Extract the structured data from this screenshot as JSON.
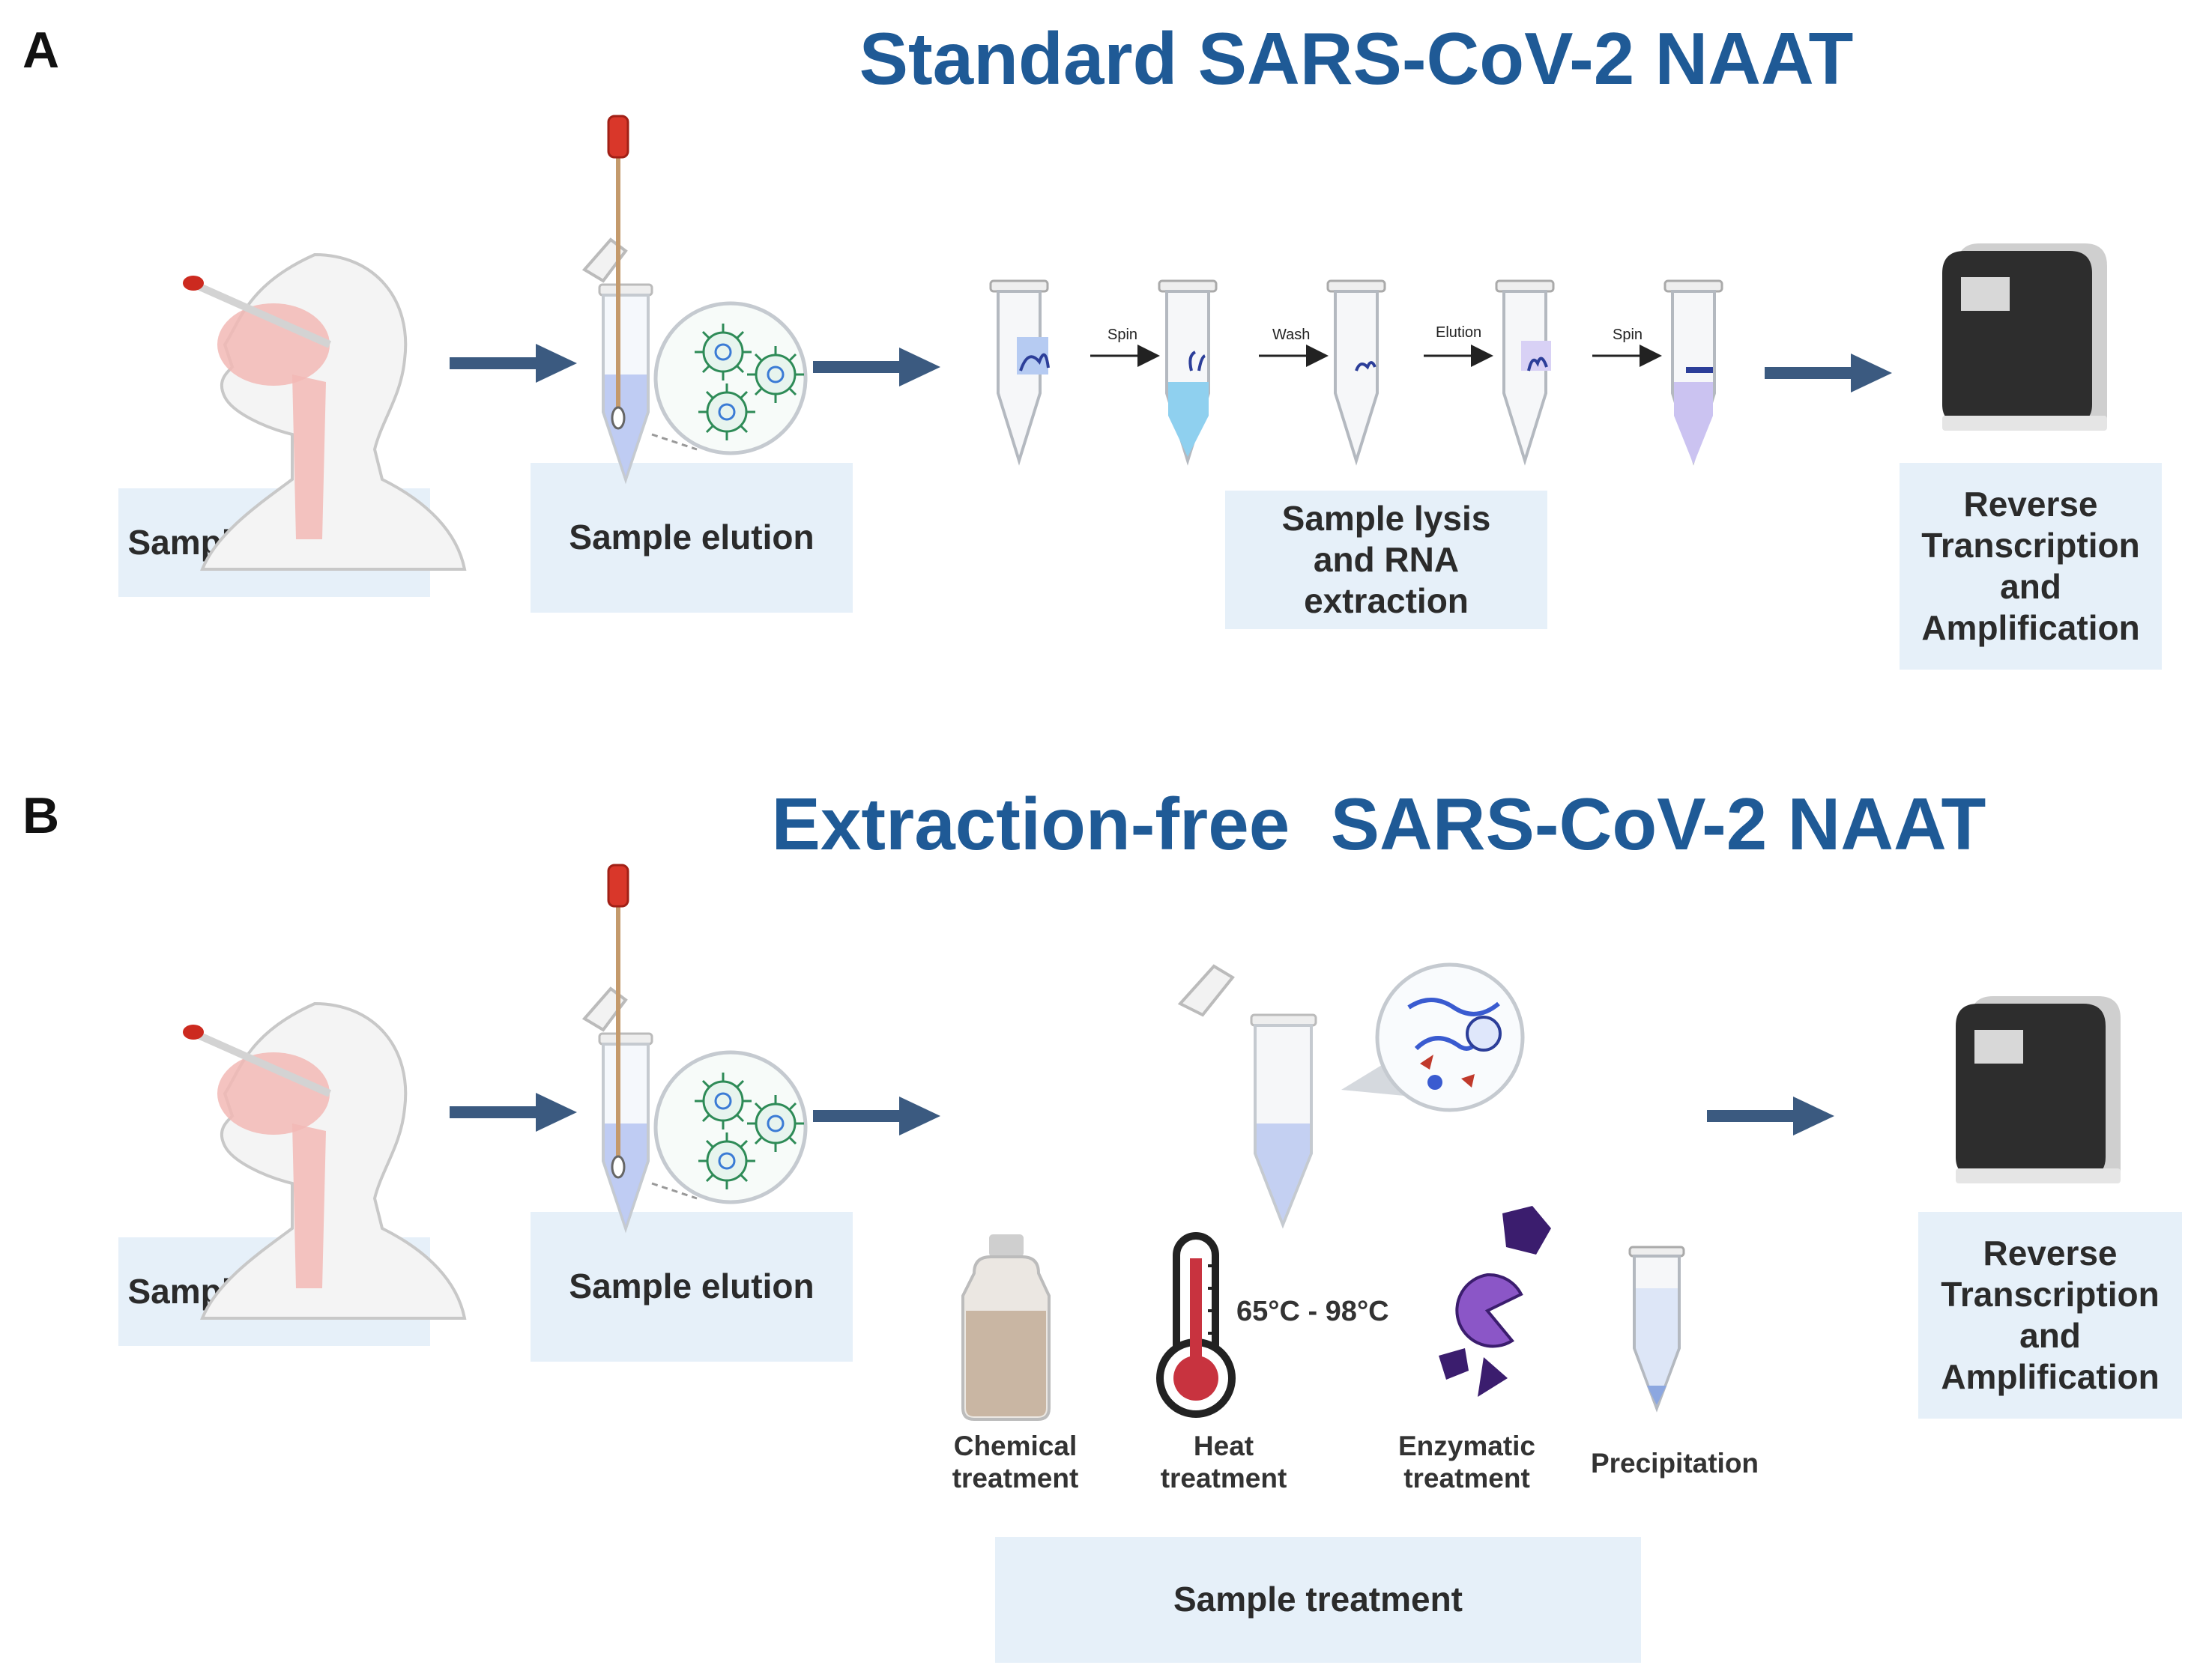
{
  "panel_a": {
    "letter": "A",
    "title": "Standard SARS-CoV-2 NAAT",
    "steps": {
      "collection": "Sample collection",
      "elution": "Sample elution",
      "lysis": "Sample lysis and RNA extraction",
      "rt_amp": "Reverse Transcription and Amplification"
    },
    "extraction_steps": [
      "Spin",
      "Wash",
      "Elution",
      "Spin"
    ]
  },
  "panel_b": {
    "letter": "B",
    "title": "Extraction-free  SARS-CoV-2 NAAT",
    "steps": {
      "collection": "Sample collection",
      "elution": "Sample elution",
      "treatment": "Sample treatment",
      "rt_amp": "Reverse Transcription and Amplification"
    },
    "treatments": {
      "chemical": "Chemical treatment",
      "heat": "Heat treatment",
      "enzymatic": "Enzymatic treatment",
      "precipitation": "Precipitation"
    },
    "temperature_range": "65°C - 98°C"
  },
  "colors": {
    "title_blue": "#1f5a96",
    "box_fill": "#e6f0f9",
    "arrow": "#3b5a80",
    "virus": "#2e8b57",
    "instrument": "#2d2d2d"
  }
}
